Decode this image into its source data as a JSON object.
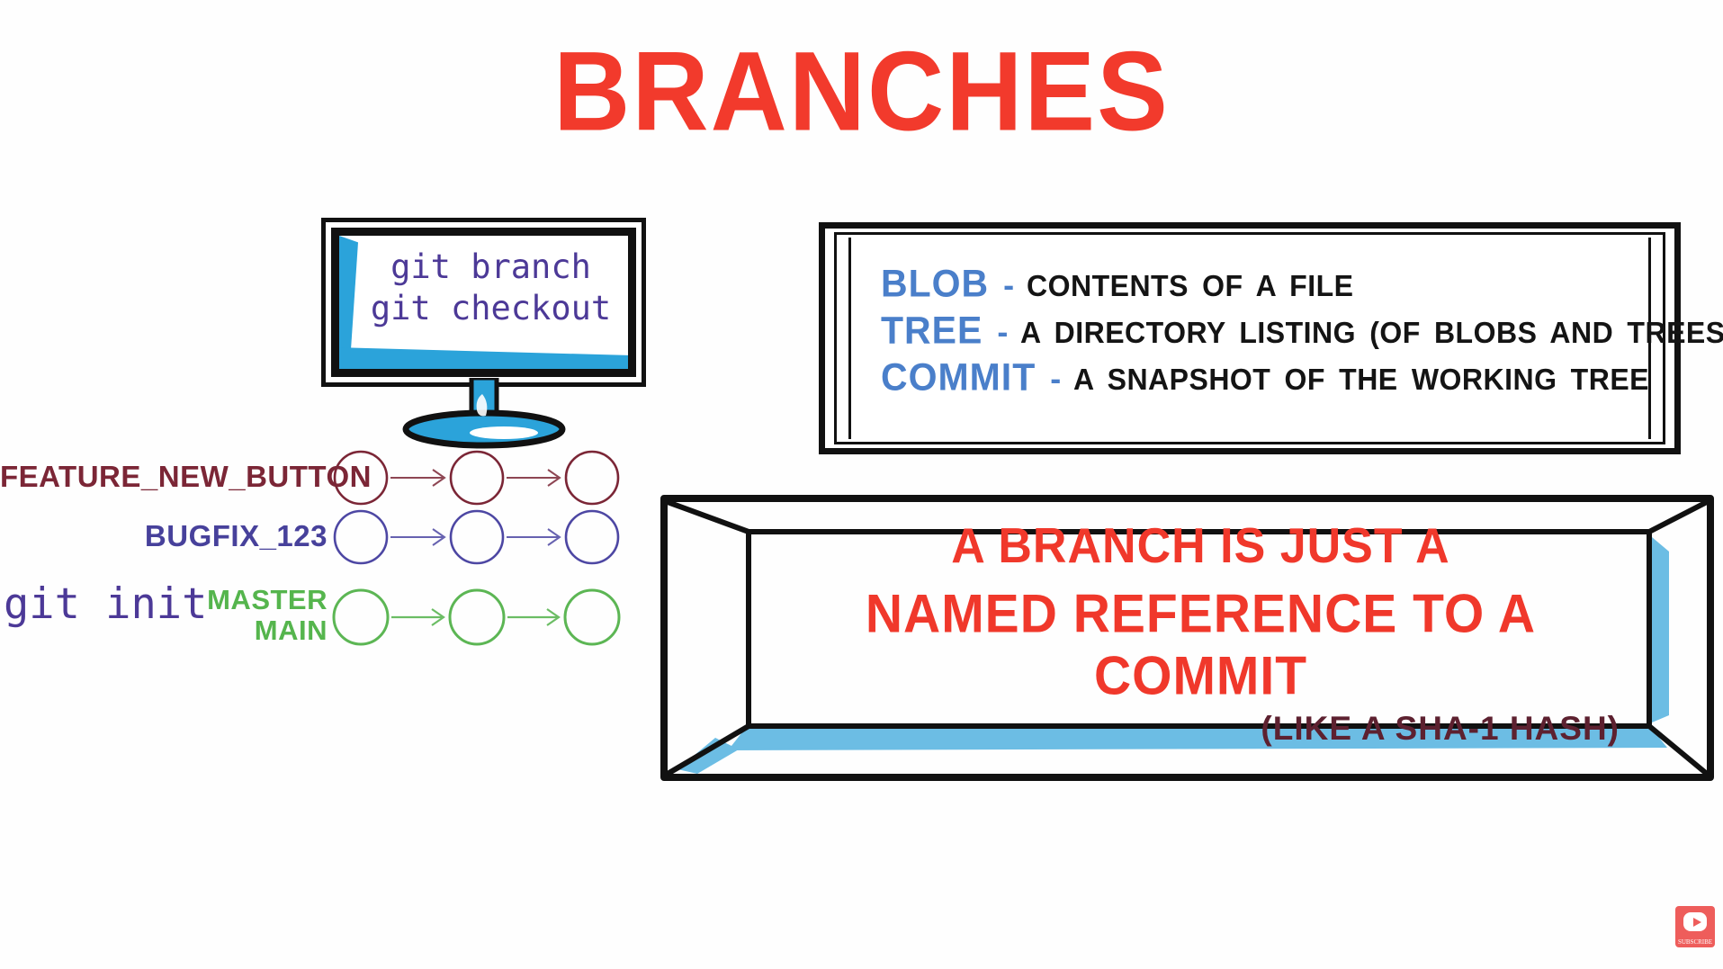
{
  "page": {
    "title": "BRANCHES"
  },
  "monitor": {
    "line1": "git branch",
    "line2": "git checkout"
  },
  "definitions": {
    "items": [
      {
        "term": "BLOB",
        "dash": "-",
        "text": "CONTENTS OF A FILE"
      },
      {
        "term": "TREE",
        "dash": "-",
        "text": "A DIRECTORY LISTING (OF BLOBS AND TREES)"
      },
      {
        "term": "COMMIT",
        "dash": "-",
        "text": "A SNAPSHOT OF THE WORKING TREE"
      }
    ]
  },
  "branches": {
    "feature_label": "FEATURE_NEW_BUTTON",
    "bugfix_label": "BUGFIX_123",
    "git_init": "git init",
    "master": "MASTER",
    "main": "MAIN",
    "commits_per_row": 3
  },
  "callout": {
    "line1": "A BRANCH IS JUST A",
    "line2": "NAMED REFERENCE TO A COMMIT",
    "line3": "(LIKE A SHA-1 HASH)"
  },
  "subscribe": {
    "label": "SUBSCRIBE",
    "icon": "youtube-play-icon"
  },
  "colors": {
    "title_red": "#f23a2c",
    "callout_red": "#f0382b",
    "feature_maroon": "#7b2636",
    "sha_maroon": "#5d2130",
    "bugfix_indigo": "#47419b",
    "git_purple": "#4c3997",
    "master_green": "#55b54d",
    "monitor_blue": "#2ba3da",
    "accent_blue": "#6cbde4",
    "term_blue": "#4a7fca",
    "ink": "#111111",
    "subscribe_red": "#ee5d5b"
  }
}
